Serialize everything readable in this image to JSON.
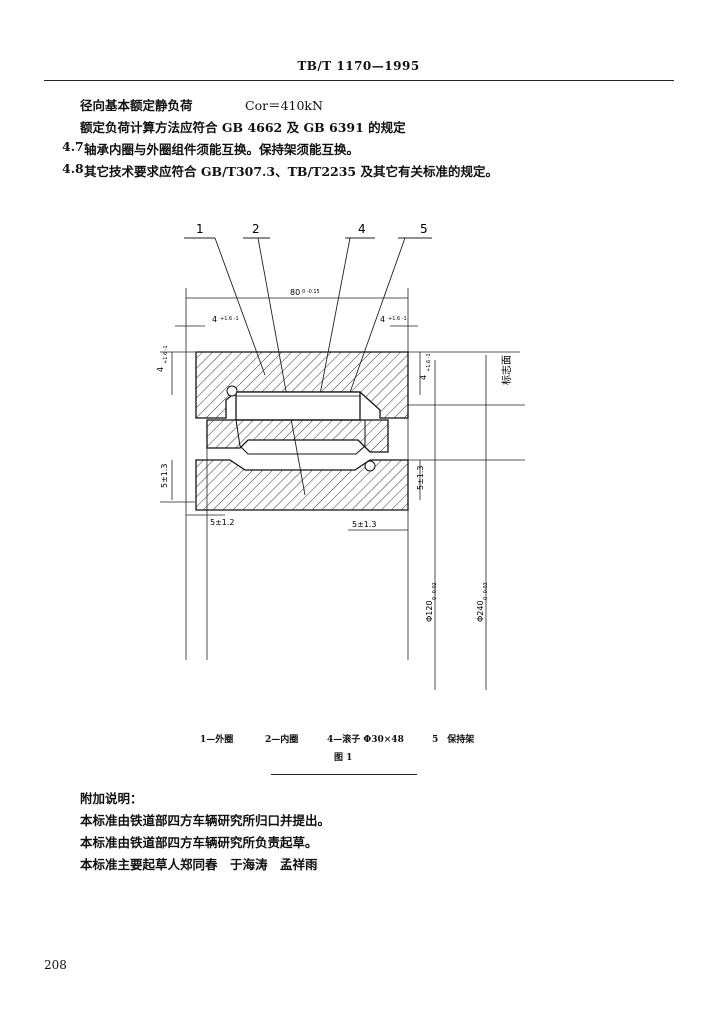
{
  "header": {
    "standard_no": "TB/T 1170—1995"
  },
  "body": {
    "line1_label": "径向基本额定静负荷",
    "line1_value": "Cor＝410kN",
    "line2": "额定负荷计算方法应符合 GB 4662 及 GB 6391 的规定",
    "clause_4_7_no": "4.7",
    "clause_4_7_text": "轴承内圈与外圈组件须能互换。保持架须能互换。",
    "clause_4_8_no": "4.8",
    "clause_4_8_text": "其它技术要求应符合 GB/T307.3、TB/T2235 及其它有关标准的规定。"
  },
  "figure": {
    "callouts": [
      "1",
      "2",
      "4",
      "5"
    ],
    "dims": {
      "width": "80",
      "width_tol": "0\n-0.15",
      "left_top": "4",
      "left_top_tol": "+1.6\n-1",
      "right_top": "4",
      "right_top_tol": "+1.6\n-1",
      "left_side": "4",
      "left_side_tol": "+1.6\n-1",
      "right_side": "4",
      "right_side_tol": "+1.6\n-1",
      "side_left_small": "5±1.3",
      "side_right_small": "5±1.3",
      "bottom_left": "5±1.2",
      "bottom_right": "5±1.3",
      "bore": "Φ120",
      "bore_tol": "0\n-0.02",
      "od": "Φ240",
      "od_tol": "0\n-0.03",
      "right_label": "标志面"
    },
    "legend": {
      "item1": "1—外圈",
      "item2": "2—内圈",
      "item4": "4—滚子 Φ30×48",
      "item5": "5　保持架"
    },
    "caption": "图 1"
  },
  "notes": {
    "title": "附加说明：",
    "line1": "本标准由铁道部四方车辆研究所归口并提出。",
    "line2": "本标准由铁道部四方车辆研究所负责起草。",
    "line3": "本标准主要起草人郑同春　于海涛　孟祥雨"
  },
  "page_number": "208"
}
